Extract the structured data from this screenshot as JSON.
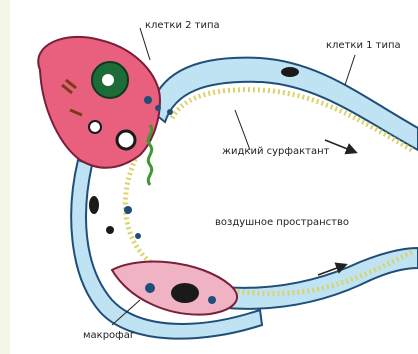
{
  "labels": {
    "type2_cells": "клетки 2 типа",
    "type1_cells": "клетки 1 типа",
    "liquid_surfactant": "жидкий сурфактант",
    "air_space": "воздушное пространство",
    "macrophage": "макрофаг"
  },
  "colors": {
    "background_frame": "#f3f7e8",
    "membrane_outline": "#1f4e79",
    "membrane_fill": "#bfe3f2",
    "type2_cell": "#e8607e",
    "nucleus": "#1e6b3a",
    "macrophage_cell": "#efb3c4",
    "surfactant": "#d9d36a"
  }
}
